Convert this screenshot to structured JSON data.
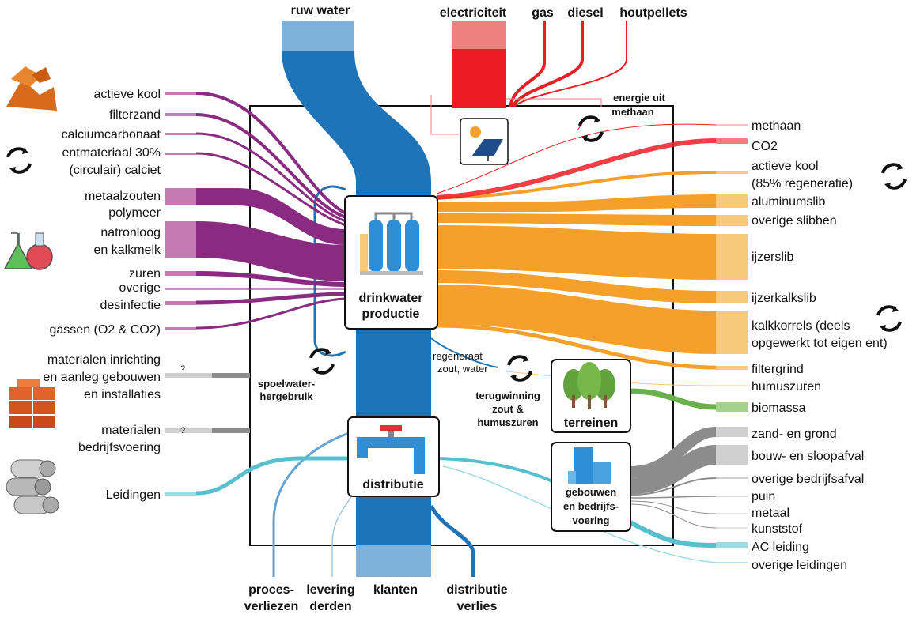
{
  "colors": {
    "water_dark": "#1f73b7",
    "water_light": "#7fb2db",
    "water_thin": "#62a3d4",
    "purple": "#8a2a80",
    "purple_light": "#c47bb4",
    "orange": "#f5a02a",
    "orange_light": "#f9c97b",
    "red": "#ec1c24",
    "red_light": "#f07f80",
    "green": "#6ab04c",
    "green_light": "#a4d28c",
    "gray": "#8c8c8c",
    "gray_light": "#cfcfcf",
    "teal": "#58bfcf",
    "teal_light": "#9fdbe3",
    "box_border": "#111111"
  },
  "top": {
    "ruw_water": "ruw water",
    "elektriciteit": "electriciteit",
    "gas": "gas",
    "diesel": "diesel",
    "houtpellets": "houtpellets",
    "energie_uit_methaan": [
      "energie uit",
      "methaan"
    ]
  },
  "inputs": {
    "actieve_kool": "actieve kool",
    "filterzand": "filterzand",
    "calciumcarbonaat": "calciumcarbonaat",
    "entmateriaal": [
      "entmateriaal 30%",
      "(circulair) calciet"
    ],
    "metaalzouten": "metaalzouten",
    "polymeer": "polymeer",
    "natronloog": [
      "natronloog",
      "en kalkmelk"
    ],
    "zuren": "zuren",
    "overige": "overige",
    "desinfectie": "desinfectie",
    "gassen": "gassen (O2 & CO2)",
    "materialen_inrichting": [
      "materialen inrichting",
      "en aanleg gebouwen",
      "en installaties"
    ],
    "materialen_bedrijfsvoering": [
      "materialen",
      "bedrijfsvoering"
    ],
    "leidingen": "Leidingen",
    "question_mark": "?"
  },
  "outputs": {
    "methaan": "methaan",
    "co2": "CO2",
    "actieve_kool_regeneratie": [
      "actieve kool",
      "(85% regeneratie)"
    ],
    "aluminumslib": "aluminumslib",
    "overige_slibben": "overige slibben",
    "ijzerslib": "ijzerslib",
    "ijzerkalkslib": "ijzerkalkslib",
    "kalkkorrels": [
      "kalkkorrels (deels",
      "opgewerkt tot eigen ent)"
    ],
    "filtergrind": "filtergrind",
    "humuszuren": "humuszuren",
    "biomassa": "biomassa",
    "zand_en_grond": "zand- en grond",
    "bouw_en_sloopafval": "bouw- en sloopafval",
    "overige_bedrijfsafval": "overige bedrijfsafval",
    "puin": "puin",
    "metaal": "metaal",
    "kunststof": "kunststof",
    "ac_leiding": "AC leiding",
    "overige_leidingen": "overige leidingen"
  },
  "nodes": {
    "drinkwater": [
      "drinkwater",
      "productie"
    ],
    "distributie": "distributie",
    "terreinen": "terreinen",
    "gebouwen": [
      "gebouwen",
      "en bedrijfs-",
      "voering"
    ],
    "spoelwater": [
      "spoelwater-",
      "hergebruik"
    ],
    "regeneraat": [
      "regeneraat",
      "zout, water"
    ],
    "terugwinning": [
      "terugwinning",
      "zout &",
      "humuszuren"
    ]
  },
  "bottom": {
    "proces_verliezen": [
      "proces-",
      "verliezen"
    ],
    "levering_derden": [
      "levering",
      "derden"
    ],
    "klanten": "klanten",
    "distributie_verlies": [
      "distributie",
      "verlies"
    ]
  }
}
